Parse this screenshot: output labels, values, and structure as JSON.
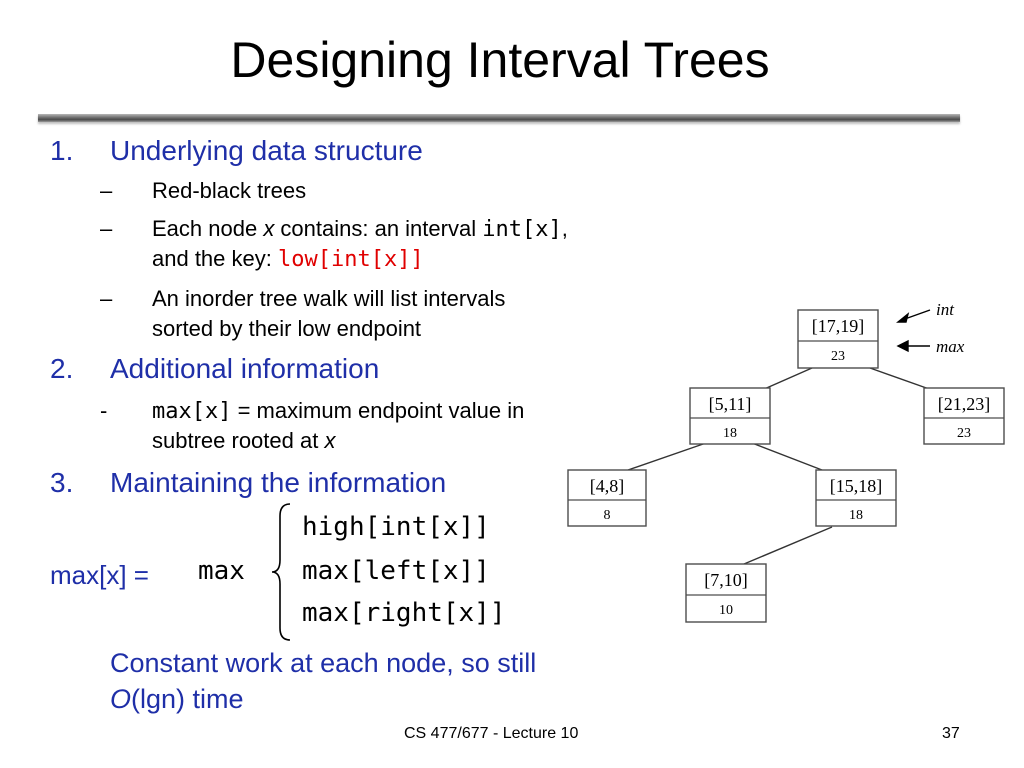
{
  "title": "Designing Interval Trees",
  "items": [
    {
      "num": "1.",
      "text": "Underlying data structure"
    },
    {
      "num": "2.",
      "text": "Additional information"
    },
    {
      "num": "3.",
      "text": "Maintaining the information"
    }
  ],
  "sub1": {
    "dash": "–",
    "a": "Red-black trees",
    "b_pre": "Each node ",
    "b_x": "x",
    "b_mid": " contains: an interval ",
    "b_int": "int[x]",
    "b_comma": ",",
    "b_line2_pre": "and the key: ",
    "b_key": "low[int[x]]",
    "c_line1": "An inorder tree walk will list intervals",
    "c_line2": "sorted by their low endpoint"
  },
  "sub2": {
    "dash": "-",
    "max": "max[x]",
    "eq_text": " = maximum endpoint value in",
    "line2_pre": "subtree rooted at ",
    "line2_x": "x"
  },
  "formula": {
    "lhs": "max[x] =",
    "func": "max",
    "opt1": "high[int[x]]",
    "opt2": "max[left[x]]",
    "opt3": "max[right[x]]"
  },
  "conclusion": {
    "line1": "Constant work at each node, so still",
    "o": "O",
    "paren": "(lgn)",
    "time": " time"
  },
  "footer": {
    "course": "CS 477/677 - Lecture 10",
    "page": "37"
  },
  "tree": {
    "labels": {
      "int": "int",
      "max": "max"
    },
    "nodes": [
      {
        "interval": "[17,19]",
        "max": "23"
      },
      {
        "interval": "[5,11]",
        "max": "18"
      },
      {
        "interval": "[21,23]",
        "max": "23"
      },
      {
        "interval": "[4,8]",
        "max": "8"
      },
      {
        "interval": "[15,18]",
        "max": "18"
      },
      {
        "interval": "[7,10]",
        "max": "10"
      }
    ]
  }
}
